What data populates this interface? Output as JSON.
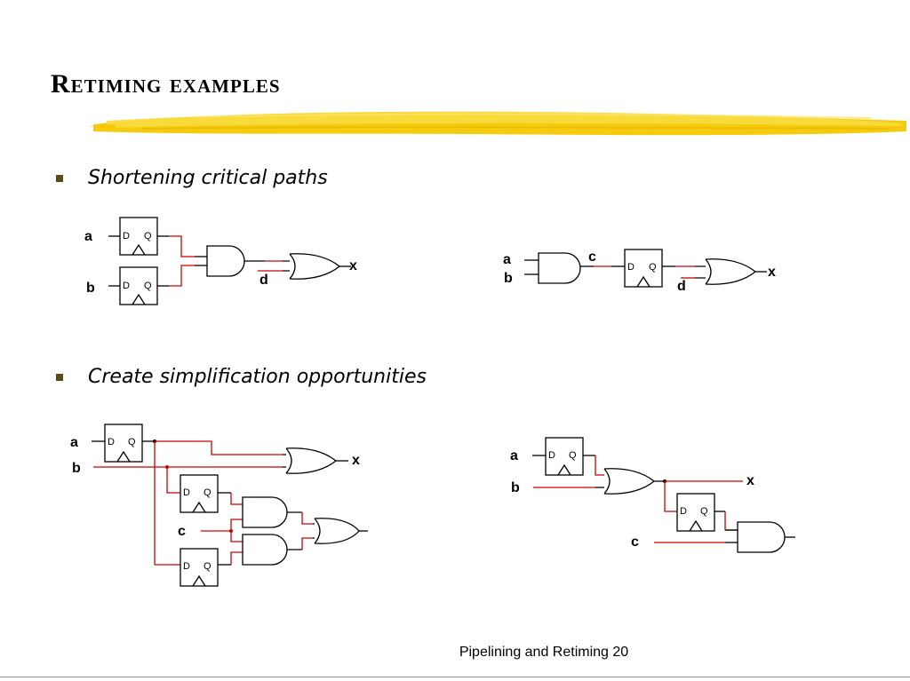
{
  "slide": {
    "title": "Retiming examples",
    "footer": "Pipelining and Retiming 20"
  },
  "bullets": [
    {
      "text": "Shortening critical paths"
    },
    {
      "text": "Create simplification opportunities"
    }
  ],
  "flipflop": {
    "d_label": "D",
    "q_label": "Q"
  },
  "colors": {
    "wire_black": "#000000",
    "wire_red": "#cc0000",
    "brush": "#f5c800",
    "bullet": "#5a4a1a"
  },
  "signals": {
    "ex1_before": {
      "a": "a",
      "b": "b",
      "d": "d",
      "x": "x"
    },
    "ex1_after": {
      "a": "a",
      "b": "b",
      "c": "c",
      "d": "d",
      "x": "x"
    },
    "ex2_before": {
      "a": "a",
      "b": "b",
      "c": "c",
      "x": "x"
    },
    "ex2_after": {
      "a": "a",
      "b": "b",
      "c": "c",
      "x": "x"
    }
  }
}
